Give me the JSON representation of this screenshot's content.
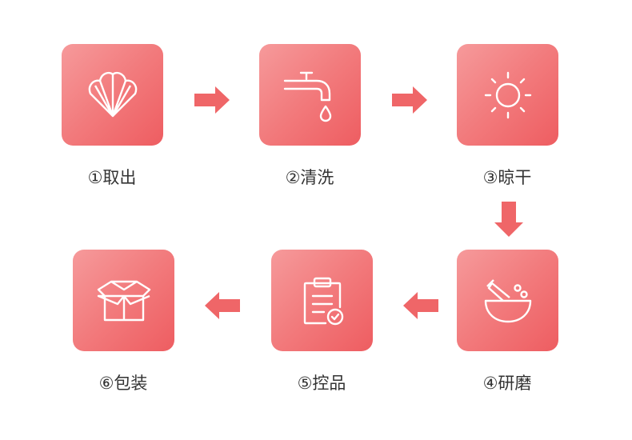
{
  "steps": [
    {
      "label": "①取出",
      "icon": "shell-icon"
    },
    {
      "label": "②清洗",
      "icon": "faucet-icon"
    },
    {
      "label": "③晾干",
      "icon": "sun-icon"
    },
    {
      "label": "④研磨",
      "icon": "mortar-pestle-icon"
    },
    {
      "label": "⑤控品",
      "icon": "clipboard-check-icon"
    },
    {
      "label": "⑥包装",
      "icon": "box-icon"
    }
  ],
  "colors": {
    "box_start": "#f69a9b",
    "box_end": "#ee5d61",
    "arrow": "#ef6668",
    "label": "#333333"
  }
}
